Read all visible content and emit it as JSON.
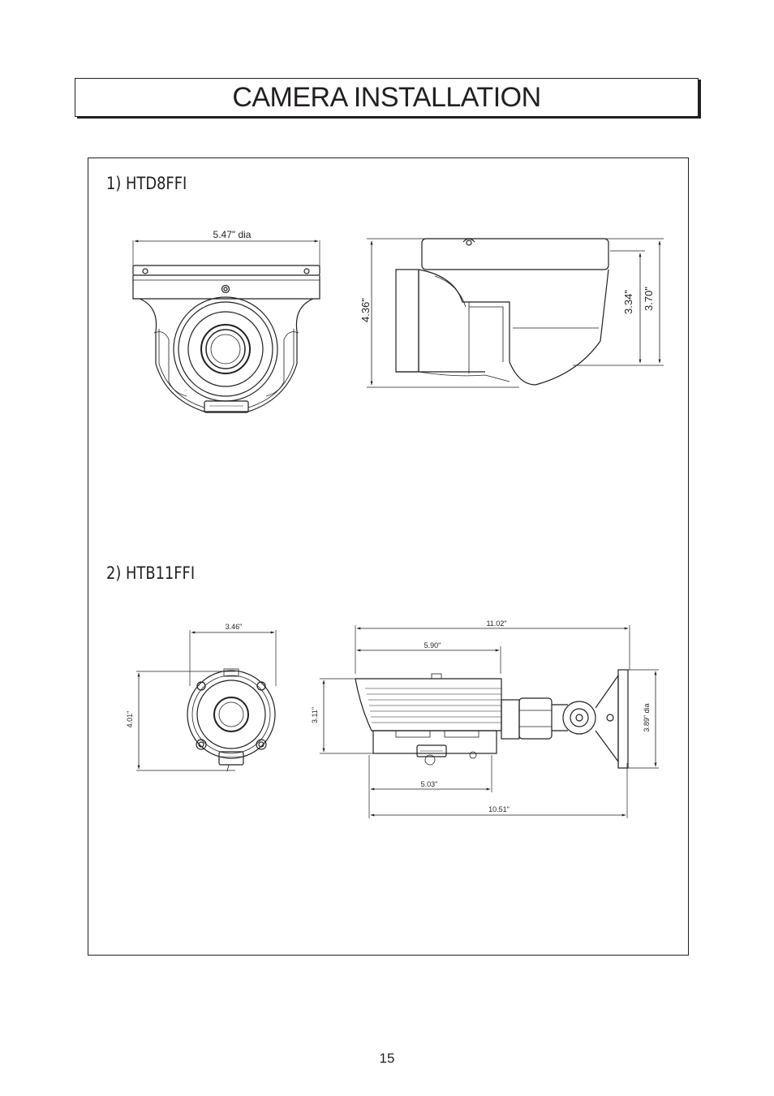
{
  "page": {
    "title": "CAMERA INSTALLATION",
    "page_number": "15"
  },
  "sections": [
    {
      "heading": "1) HTD8FFI",
      "front_view": {
        "width_label": "5.47\" dia"
      },
      "side_view": {
        "height_label": "4.36\"",
        "inner_height_label": "3.34\"",
        "outer_height_label": "3.70\""
      }
    },
    {
      "heading": "2) HTB11FFI",
      "front_view": {
        "width_label": "3.46\"",
        "height_label": "4.01\""
      },
      "side_view": {
        "overall_length_label": "11.02\"",
        "housing_length_label": "5.90\"",
        "housing_height_label": "3.11\"",
        "base_length_label": "5.03\"",
        "mount_length_label": "10.51\"",
        "mount_plate_label": "3.89\" dia"
      }
    }
  ]
}
